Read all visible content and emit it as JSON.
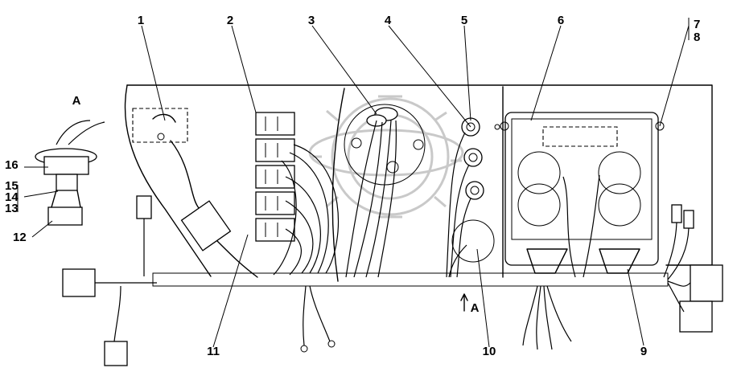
{
  "callouts": [
    {
      "id": "c1",
      "text": "1"
    },
    {
      "id": "c2",
      "text": "2"
    },
    {
      "id": "c3",
      "text": "3"
    },
    {
      "id": "c4",
      "text": "4"
    },
    {
      "id": "c5",
      "text": "5"
    },
    {
      "id": "c6",
      "text": "6"
    },
    {
      "id": "c7",
      "text": "7"
    },
    {
      "id": "c8",
      "text": "8"
    },
    {
      "id": "c9",
      "text": "9"
    },
    {
      "id": "c10",
      "text": "10"
    },
    {
      "id": "c11",
      "text": "11"
    },
    {
      "id": "c12",
      "text": "12"
    },
    {
      "id": "c13",
      "text": "13"
    },
    {
      "id": "c14",
      "text": "14"
    },
    {
      "id": "c15",
      "text": "15"
    },
    {
      "id": "c16",
      "text": "16"
    }
  ],
  "view_label": "A",
  "arrow_label": "A"
}
